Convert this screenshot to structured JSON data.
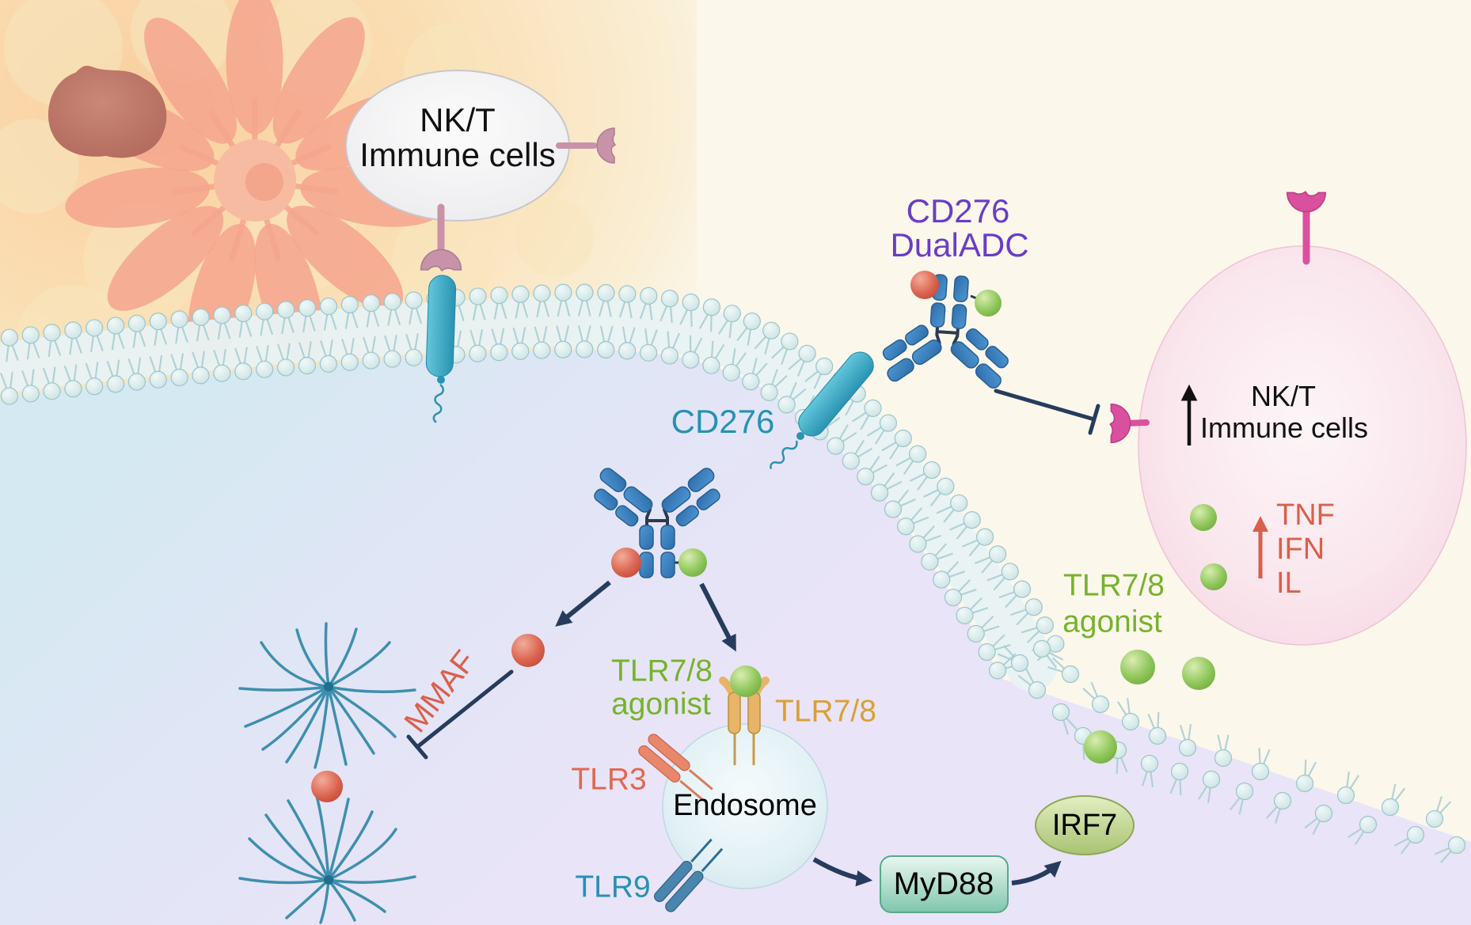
{
  "figure": {
    "type": "cell-signaling pathway diagram",
    "topic": "CD276 DualADC mechanism in tumor cell"
  },
  "labels": {
    "nkt_top_line1": "NK/T",
    "nkt_top_line2": "Immune cells",
    "dualadc_line1": "CD276",
    "dualadc_line2": "DualADC",
    "cd276": "CD276",
    "mmaf": "MMAF",
    "agonist_inner_line1": "TLR7/8",
    "agonist_inner_line2": "agonist",
    "tlr78": "TLR7/8",
    "tlr3": "TLR3",
    "tlr9": "TLR9",
    "endosome": "Endosome",
    "myd88": "MyD88",
    "irf7": "IRF7",
    "agonist_outer_line1": "TLR7/8",
    "agonist_outer_line2": "agonist",
    "nkt_right_line1": "NK/T",
    "nkt_right_line2": "Immune cells",
    "tnf": "TNF",
    "ifn": "IFN",
    "il": "IL"
  },
  "colors": {
    "purple_label": "#6A3CC8",
    "teal_label": "#2592B4",
    "green_label": "#76B32B",
    "orange_label": "#DC9F33",
    "salmon_label": "#E0694E",
    "red_label": "#D9604C",
    "navy_arrow": "#263C5C",
    "antibody_blue": "#3579BE",
    "receptor_teal": "#2A93B2",
    "payload_red": "#D85B47",
    "payload_green": "#8CC455",
    "membrane_teal": "#C9E2E3",
    "nk_cell_gray": "#EDEDEF",
    "nk_cell_pink": "#F7DCE7",
    "endosome_fill": "#DDEEF3",
    "myd88_fill": "#A8D8C2",
    "irf7_fill": "#C3D78D",
    "magenta_receptor": "#D9519E",
    "mauve_receptor": "#C893A8"
  }
}
